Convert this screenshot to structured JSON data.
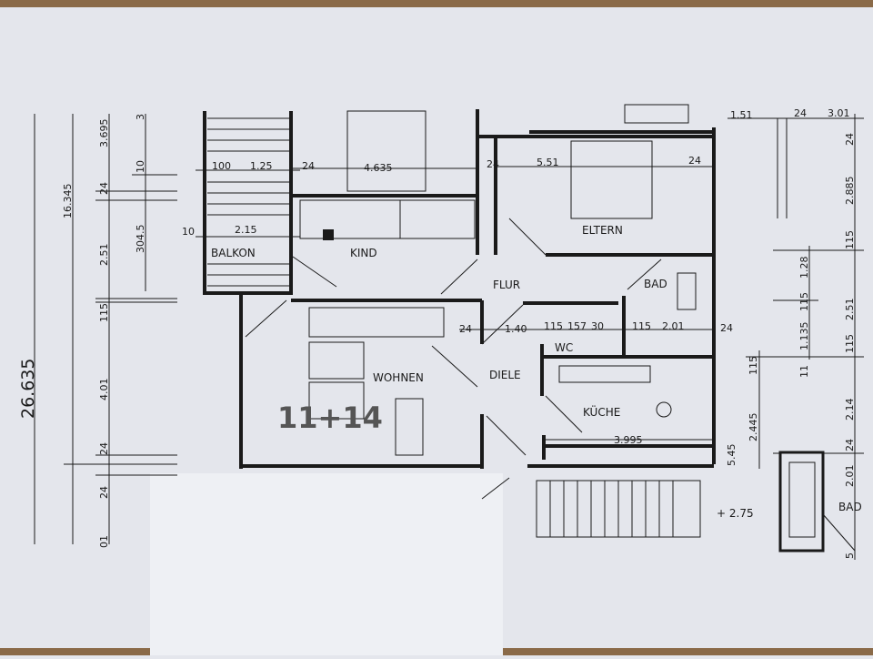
{
  "plan": {
    "rooms": {
      "balkon": "BALKON",
      "kind": "KIND",
      "eltern": "ELTERN",
      "flur": "FLUR",
      "bad": "BAD",
      "wc": "WC",
      "diele": "DIELE",
      "wohnen": "WOHNEN",
      "kueche": "KÜCHE",
      "bad2": "BAD"
    },
    "handwritten_note": "11+14",
    "level_mark": "+ 2.75",
    "dimensions": {
      "total_height": "26.635",
      "sub_height": "16.345",
      "left_chain": [
        "3.695",
        "24",
        "2.51",
        "115",
        "4.01",
        "24",
        "24",
        "01"
      ],
      "left_chain2": [
        "3",
        "10",
        "304.5"
      ],
      "balkon": [
        "100",
        "1.25",
        "2.15",
        "10",
        "24"
      ],
      "kind_width": "4.635",
      "kind_wall": "24",
      "eltern_wall": "24",
      "eltern_width": "5.51",
      "eltern_right_wall": "24",
      "hall": [
        "24",
        "1.40",
        "115",
        "157",
        "30",
        "115",
        "2.01",
        "24"
      ],
      "kueche_width": "3.995",
      "top_right": [
        "1.51",
        "24",
        "3.01"
      ],
      "right_chain": [
        "24",
        "2.885",
        "115",
        "2.51",
        "115",
        "2.14",
        "24",
        "2.01",
        "5"
      ],
      "right_chain2": [
        "1.28",
        "115",
        "1.135",
        "11"
      ],
      "right_chain3": [
        "115",
        "2.445",
        "5.45"
      ]
    }
  },
  "colors": {
    "paper": "#e4e6ec",
    "ink": "#1a1a1a",
    "sheet": "#eef0f4",
    "wood": "#8a6a48",
    "pencil": "#555555"
  }
}
